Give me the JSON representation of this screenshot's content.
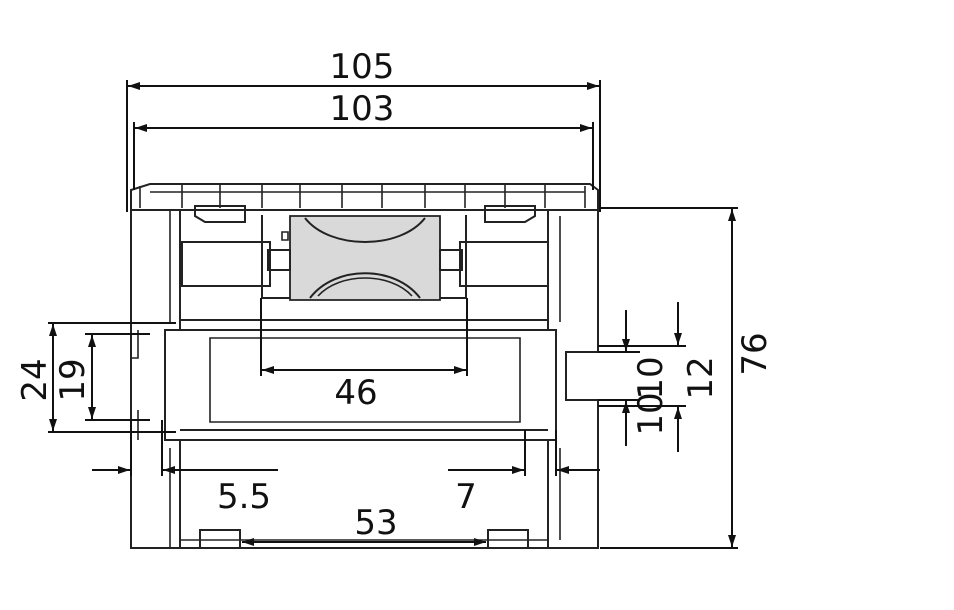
{
  "dimensions": {
    "overall_width": "105",
    "inner_width": "103",
    "roller_width": "46",
    "height_24": "24",
    "height_19": "19",
    "offset_left": "5.5",
    "offset_right": "7",
    "bottom_span": "53",
    "height_10_a": "10",
    "height_10_b": "10",
    "height_12": "12",
    "overall_height": "76"
  },
  "colors": {
    "line": "#222222",
    "gray_fill": "#d9d9d9"
  }
}
